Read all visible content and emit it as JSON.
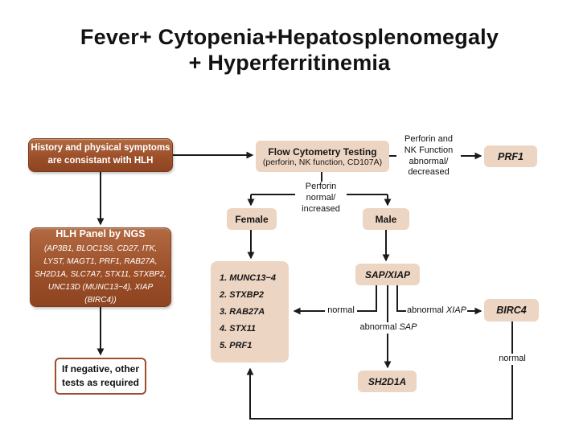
{
  "title": {
    "line1": "Fever+ Cytopenia+Hepatosplenomegaly",
    "line2": "+ Hyperferritinemia"
  },
  "colors": {
    "dark_box": "#9c5029",
    "dark_box_border": "#7c3a18",
    "light_box": "#edd5c3",
    "outline_box_border": "#9c5029",
    "connector": "#1a1a1a",
    "background": "#ffffff"
  },
  "boxes": {
    "history": {
      "line1": "History and physical symptoms",
      "line2": "are consistant with HLH"
    },
    "hlh_panel": {
      "title": "HLH Panel by NGS",
      "genes": [
        "(AP3B1, BLOC1S6, CD27, ITK,",
        "LYST, MAGT1, PRF1, RAB27A,",
        "SH2D1A, SLC7A7, STX11, STXBP2,",
        "UNC13D (MUNC13−4), XIAP (BIRC4))"
      ]
    },
    "if_negative": {
      "line1": "If negative, other",
      "line2": "tests as required"
    },
    "flow_cytometry": {
      "line1": "Flow Cytometry Testing",
      "line2": "(perforin, NK function, CD107A)"
    },
    "prf1": "PRF1",
    "female": "Female",
    "male": "Male",
    "gene_list": [
      "1. MUNC13−4",
      "2. STXBP2",
      "3. RAB27A",
      "4. STX11",
      "5. PRF1"
    ],
    "sap_xiap": "SAP/XIAP",
    "birc4": "BIRC4",
    "sh2d1a": "SH2D1A"
  },
  "labels": {
    "perforin_abnormal": [
      "Perforin and",
      "NK Function",
      "abnormal/",
      "decreased"
    ],
    "perforin_normal": [
      "Perforin",
      "normal/",
      "increased"
    ],
    "normal_left": "normal",
    "abnormal_xiap": {
      "prefix": "abnormal ",
      "gene": "XIAP"
    },
    "abnormal_sap": {
      "prefix": "abnormal ",
      "gene": "SAP"
    },
    "normal_right": "normal"
  }
}
